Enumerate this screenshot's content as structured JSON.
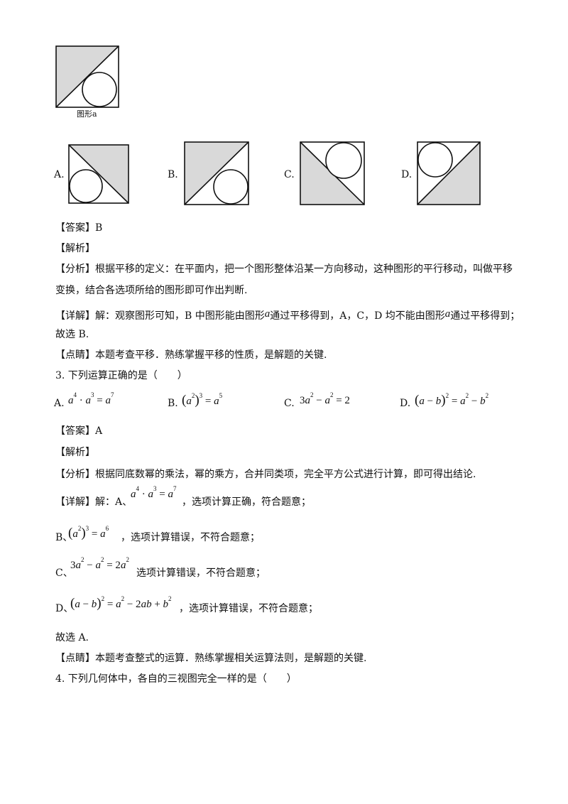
{
  "figure_a": {
    "caption": "图形a"
  },
  "q2_options": [
    {
      "label": "A."
    },
    {
      "label": "B."
    },
    {
      "label": "C."
    },
    {
      "label": "D."
    }
  ],
  "q2": {
    "answer_tag": "【答案】",
    "answer_value": "B",
    "analysis_tag": "【解析】",
    "fenxi_tag": "【分析】",
    "fenxi_line1": "根据平移的定义：在平面内，把一个图形整体沿某一方向移动，这种图形的平行移动，叫做平移",
    "fenxi_line2": "变换，结合各选项所给的图形即可作出判断.",
    "xiangjie_tag": "【详解】",
    "xiangjie_p1": "解：观察图形可知，B 中图形能由图形",
    "xiangjie_var1": "a",
    "xiangjie_p2": "通过平移得到，A，C，D 均不能由图形",
    "xiangjie_var2": "a",
    "xiangjie_p3": "通过平移得到；",
    "xiangjie_line2": "故选 B.",
    "dianjing_tag": "【点睛】",
    "dianjing_text": "本题考查平移．熟练掌握平移的性质，是解题的关键."
  },
  "q3": {
    "stem": "3. 下列运算正确的是（　　）",
    "options": [
      {
        "label": "A."
      },
      {
        "label": "B."
      },
      {
        "label": "C."
      },
      {
        "label": "D."
      }
    ],
    "answer_tag": "【答案】",
    "answer_value": "A",
    "analysis_tag": "【解析】",
    "fenxi_tag": "【分析】",
    "fenxi_text": "根据同底数幂的乘法，幂的乘方，合并同类项，完全平方公式进行计算，即可得出结论.",
    "xiangjie_tag": "【详解】",
    "xiangjie_prefix": "解：A、",
    "xiangjie_a_suffix": "，选项计算正确，符合题意；",
    "b_prefix": "B、",
    "b_suffix": "，选项计算错误，不符合题意；",
    "c_prefix": "C、",
    "c_suffix": "选项计算错误，不符合题意；",
    "d_prefix": "D、",
    "d_suffix": "，选项计算错误，不符合题意；",
    "conclusion": "故选 A.",
    "dianjing_tag": "【点睛】",
    "dianjing_text": "本题考查整式的运算．熟练掌握相关运算法则，是解题的关键."
  },
  "q4": {
    "stem": "4. 下列几何体中，各自的三视图完全一样的是（　　）"
  },
  "colors": {
    "bracket": "#2b5fbd",
    "shade": "#d9d9d9"
  }
}
